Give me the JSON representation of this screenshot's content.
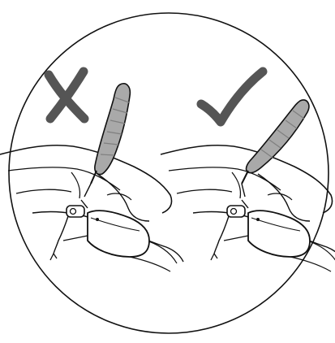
{
  "diagram": {
    "panels": [
      {
        "verdict": "incorrect",
        "mark_icon": "cross-mark-icon",
        "tool_angle": "steep"
      },
      {
        "verdict": "correct",
        "mark_icon": "check-mark-icon",
        "tool_angle": "shallow"
      }
    ],
    "colors": {
      "outline": "#111111",
      "mark": "#555555",
      "handle_fill": "#a9a9a9",
      "handle_ring": "#7f7f7f",
      "background": "#ffffff"
    }
  }
}
